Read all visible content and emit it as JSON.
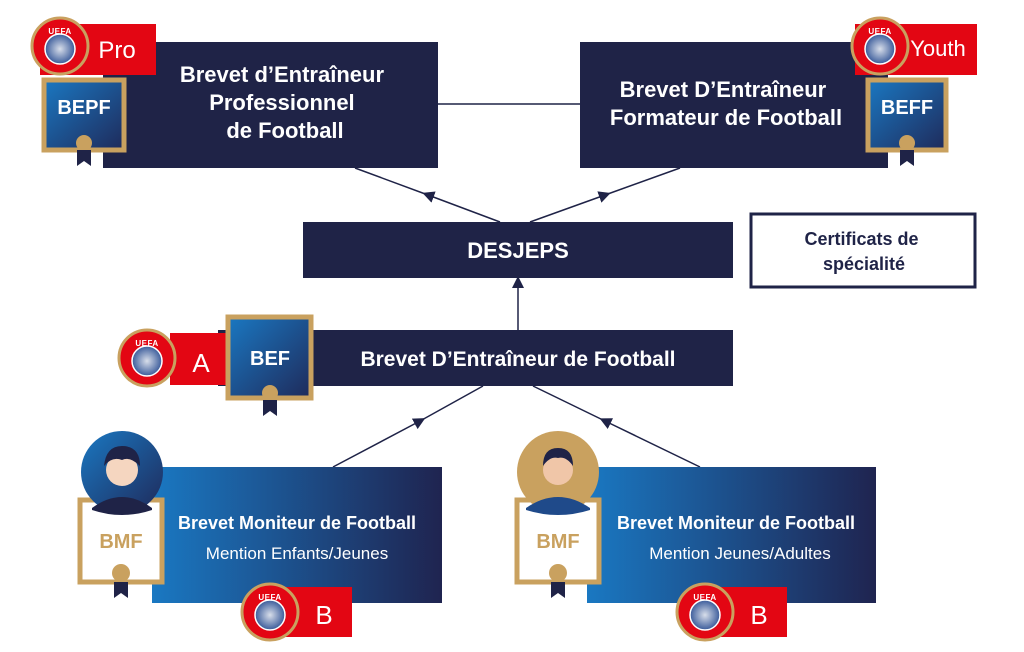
{
  "colors": {
    "navy": "#1f2347",
    "red": "#e30613",
    "gold": "#c9a15f",
    "blue": "#1a78c2",
    "white": "#ffffff"
  },
  "bepf": {
    "lines": [
      "Brevet d’Entraîneur",
      "Professionnel",
      "de Football"
    ],
    "badge": "BEPF",
    "level": "Pro",
    "uefa": "UEFA"
  },
  "beff": {
    "lines": [
      "Brevet D’Entraîneur",
      "Formateur de Football"
    ],
    "badge": "BEFF",
    "level": "Youth",
    "uefa": "UEFA"
  },
  "desjeps": {
    "label": "DESJEPS"
  },
  "certificats": {
    "lines": [
      "Certificats de",
      "spécialité"
    ]
  },
  "bef": {
    "label": "Brevet D’Entraîneur de Football",
    "badge": "BEF",
    "level": "A",
    "uefa": "UEFA"
  },
  "bmf_left": {
    "title": "Brevet Moniteur de Football",
    "subtitle": "Mention Enfants/Jeunes",
    "badge": "BMF",
    "level": "B",
    "uefa": "UEFA"
  },
  "bmf_right": {
    "title": "Brevet Moniteur de Football",
    "subtitle": "Mention Jeunes/Adultes",
    "badge": "BMF",
    "level": "B",
    "uefa": "UEFA"
  }
}
